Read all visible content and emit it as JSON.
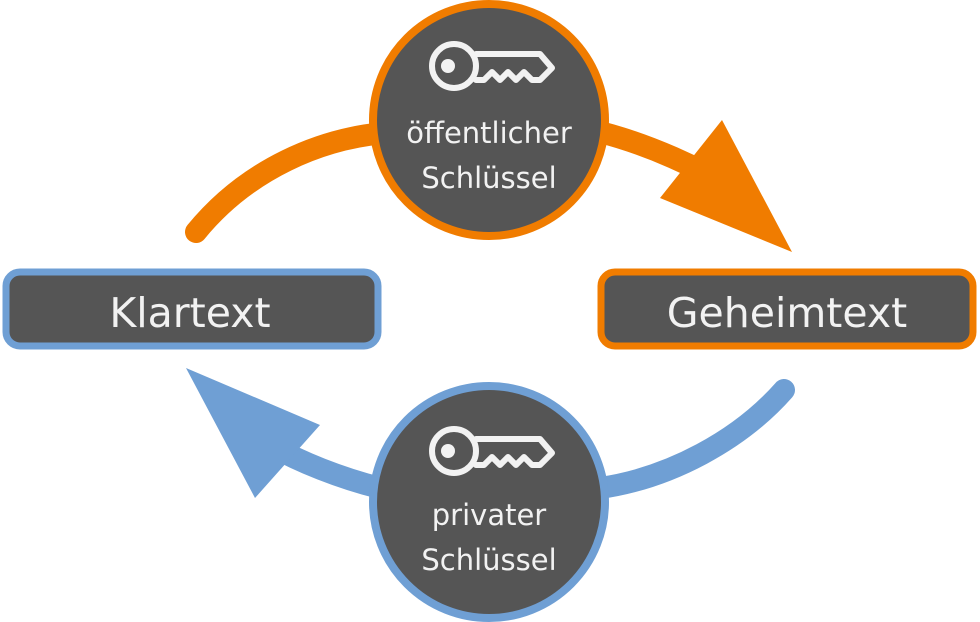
{
  "plaintext_label": "Klartext",
  "ciphertext_label": "Geheimtext",
  "public_key": {
    "line1": "öffentlicher",
    "line2": "Schlüssel",
    "icon": "key-icon"
  },
  "private_key": {
    "line1": "privater",
    "line2": "Schlüssel",
    "icon": "key-icon"
  },
  "colors": {
    "orange": "#f07c00",
    "blue": "#6f9fd4",
    "dark": "#555555",
    "text": "#f2f2f2"
  }
}
